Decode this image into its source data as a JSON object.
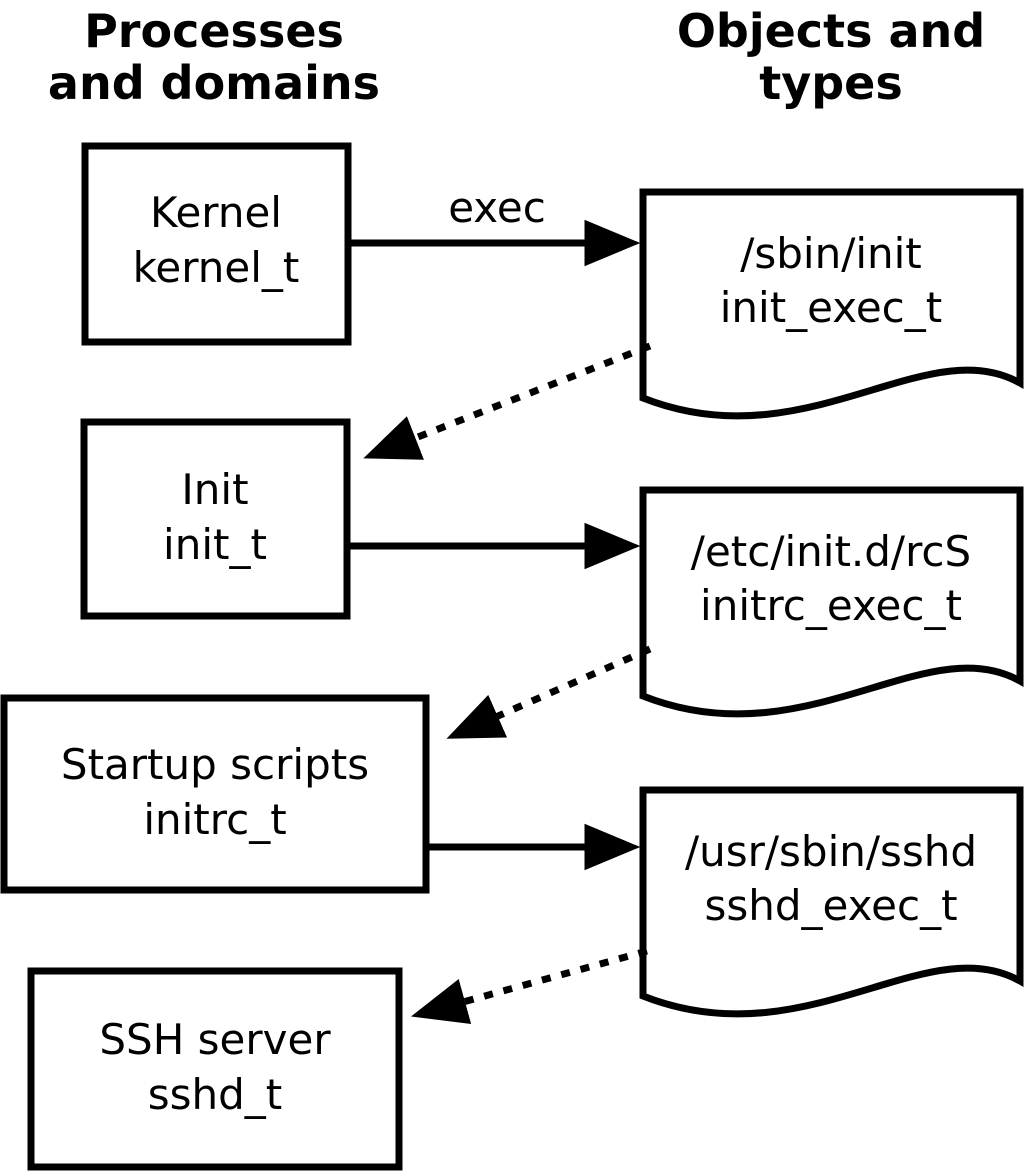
{
  "headers": {
    "left_line1": "Processes",
    "left_line2": "and domains",
    "right_line1": "Objects and",
    "right_line2": "types"
  },
  "processes": [
    {
      "name": "Kernel",
      "domain": "kernel_t"
    },
    {
      "name": "Init",
      "domain": "init_t"
    },
    {
      "name": "Startup scripts",
      "domain": "initrc_t"
    },
    {
      "name": "SSH server",
      "domain": "sshd_t"
    }
  ],
  "objects": [
    {
      "path": "/sbin/init",
      "type": "init_exec_t"
    },
    {
      "path": "/etc/init.d/rcS",
      "type": "initrc_exec_t"
    },
    {
      "path": "/usr/sbin/sshd",
      "type": "sshd_exec_t"
    }
  ],
  "labels": {
    "exec": "exec"
  },
  "colors": {
    "stroke": "#000000",
    "fill": "#ffffff",
    "background": "#ffffff"
  }
}
